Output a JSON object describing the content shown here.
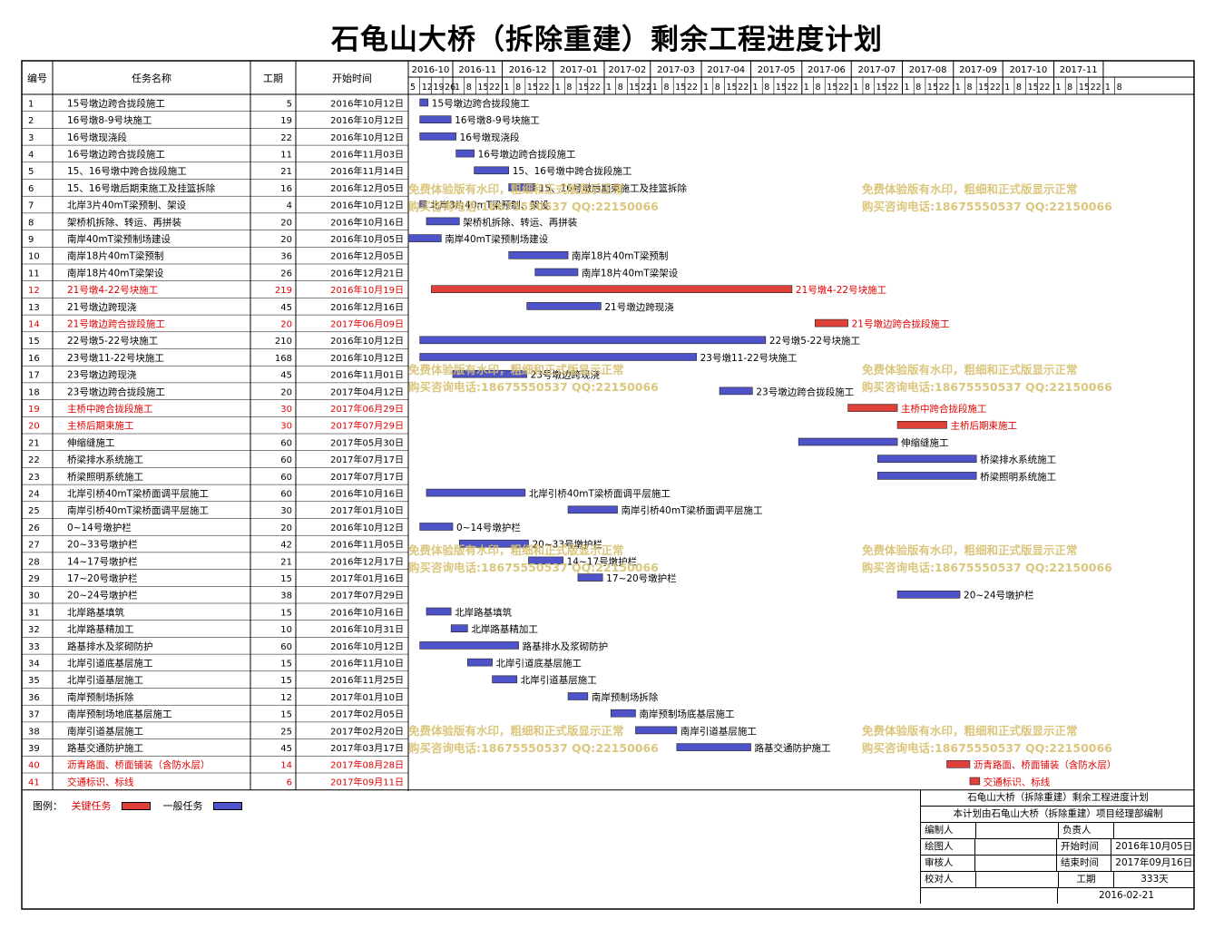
{
  "title": "石龟山大桥（拆除重建）剩余工程进度计划",
  "headers": {
    "id": "编号",
    "name": "任务名称",
    "duration": "工期",
    "start": "开始时间"
  },
  "months": [
    "2016-10",
    "2016-11",
    "2016-12",
    "2017-01",
    "2017-02",
    "2017-03",
    "2017-04",
    "2017-05",
    "2017-06",
    "2017-07",
    "2017-08",
    "2017-09",
    "2017-10",
    "2017-11"
  ],
  "day_rows": [
    [
      "5",
      "12",
      "19",
      "26"
    ],
    [
      "1",
      "8",
      "15",
      "22"
    ],
    [
      "1",
      "8",
      "15",
      "22"
    ],
    [
      "1",
      "8",
      "15",
      "22"
    ],
    [
      "1",
      "8",
      "15",
      "22"
    ],
    [
      "1",
      "8",
      "15",
      "22"
    ],
    [
      "1",
      "8",
      "15",
      "22"
    ],
    [
      "1",
      "8",
      "15",
      "22"
    ],
    [
      "1",
      "8",
      "15",
      "22"
    ],
    [
      "1",
      "8",
      "15",
      "22"
    ],
    [
      "1",
      "8",
      "15",
      "22"
    ],
    [
      "1",
      "8",
      "15",
      "22"
    ],
    [
      "1",
      "8",
      "15",
      "22"
    ],
    [
      "1",
      "8",
      "15",
      "22"
    ],
    [
      "1",
      "8"
    ]
  ],
  "chart_data": {
    "type": "gantt",
    "title": "石龟山大桥（拆除重建）剩余工程进度计划",
    "colors": {
      "critical": "#e0403a",
      "normal": "#4f53c9",
      "link": "#2a2ad0",
      "critical_text": "#e00000"
    },
    "tasks": [
      {
        "id": "1",
        "name": "15号墩边跨合拢段施工",
        "duration": 5,
        "start": "2016年10月12日",
        "critical": false,
        "label": "15号墩边跨合拢段施工"
      },
      {
        "id": "2",
        "name": "16号墩8-9号块施工",
        "duration": 19,
        "start": "2016年10月12日",
        "critical": false,
        "label": "16号墩8-9号块施工"
      },
      {
        "id": "3",
        "name": "16号墩现浇段",
        "duration": 22,
        "start": "2016年10月12日",
        "critical": false,
        "label": "16号墩现浇段"
      },
      {
        "id": "4",
        "name": "16号墩边跨合拢段施工",
        "duration": 11,
        "start": "2016年11月03日",
        "critical": false,
        "label": "16号墩边跨合拢段施工"
      },
      {
        "id": "5",
        "name": "15、16号墩中跨合拢段施工",
        "duration": 21,
        "start": "2016年11月14日",
        "critical": false,
        "label": "15、16号墩中跨合拢段施工"
      },
      {
        "id": "6",
        "name": "15、16号墩后期束施工及挂篮拆除",
        "duration": 16,
        "start": "2016年12月05日",
        "critical": false,
        "label": "15、16号墩后期束施工及挂篮拆除"
      },
      {
        "id": "7",
        "name": "北岸3片40mT梁预制、架设",
        "duration": 4,
        "start": "2016年10月12日",
        "critical": false,
        "label": "北岸3片40mT梁预制、架设"
      },
      {
        "id": "8",
        "name": "架桥机拆除、转运、再拼装",
        "duration": 20,
        "start": "2016年10月16日",
        "critical": false,
        "label": "架桥机拆除、转运、再拼装"
      },
      {
        "id": "9",
        "name": "南岸40mT梁预制场建设",
        "duration": 20,
        "start": "2016年10月05日",
        "critical": false,
        "label": "南岸40mT梁预制场建设"
      },
      {
        "id": "10",
        "name": "南岸18片40mT梁预制",
        "duration": 36,
        "start": "2016年12月05日",
        "critical": false,
        "label": "南岸18片40mT梁预制"
      },
      {
        "id": "11",
        "name": "南岸18片40mT梁架设",
        "duration": 26,
        "start": "2016年12月21日",
        "critical": false,
        "label": "南岸18片40mT梁架设"
      },
      {
        "id": "12",
        "name": "21号墩4-22号块施工",
        "duration": 219,
        "start": "2016年10月19日",
        "critical": true,
        "label": "21号墩4-22号块施工"
      },
      {
        "id": "13",
        "name": "21号墩边跨现浇",
        "duration": 45,
        "start": "2016年12月16日",
        "critical": false,
        "label": "21号墩边跨现浇"
      },
      {
        "id": "14",
        "name": "21号墩边跨合拢段施工",
        "duration": 20,
        "start": "2017年06月09日",
        "critical": true,
        "label": "21号墩边跨合拢段施工"
      },
      {
        "id": "15",
        "name": "22号墩5-22号块施工",
        "duration": 210,
        "start": "2016年10月12日",
        "critical": false,
        "label": "22号墩5-22号块施工"
      },
      {
        "id": "16",
        "name": "23号墩11-22号块施工",
        "duration": 168,
        "start": "2016年10月12日",
        "critical": false,
        "label": "23号墩11-22号块施工"
      },
      {
        "id": "17",
        "name": "23号墩边跨现浇",
        "duration": 45,
        "start": "2016年11月01日",
        "critical": false,
        "label": "23号墩边跨现浇"
      },
      {
        "id": "18",
        "name": "23号墩边跨合拢段施工",
        "duration": 20,
        "start": "2017年04月12日",
        "critical": false,
        "label": "23号墩边跨合拢段施工"
      },
      {
        "id": "19",
        "name": "主桥中跨合拢段施工",
        "duration": 30,
        "start": "2017年06月29日",
        "critical": true,
        "label": "主桥中跨合拢段施工"
      },
      {
        "id": "20",
        "name": "主桥后期束施工",
        "duration": 30,
        "start": "2017年07月29日",
        "critical": true,
        "label": "主桥后期束施工"
      },
      {
        "id": "21",
        "name": "伸缩缝施工",
        "duration": 60,
        "start": "2017年05月30日",
        "critical": false,
        "label": "伸缩缝施工"
      },
      {
        "id": "22",
        "name": "桥梁排水系统施工",
        "duration": 60,
        "start": "2017年07月17日",
        "critical": false,
        "label": "桥梁排水系统施工"
      },
      {
        "id": "23",
        "name": "桥梁照明系统施工",
        "duration": 60,
        "start": "2017年07月17日",
        "critical": false,
        "label": "桥梁照明系统施工"
      },
      {
        "id": "24",
        "name": "北岸引桥40mT梁桥面调平层施工",
        "duration": 60,
        "start": "2016年10月16日",
        "critical": false,
        "label": "北岸引桥40mT梁桥面调平层施工"
      },
      {
        "id": "25",
        "name": "南岸引桥40mT梁桥面调平层施工",
        "duration": 30,
        "start": "2017年01月10日",
        "critical": false,
        "label": "南岸引桥40mT梁桥面调平层施工"
      },
      {
        "id": "26",
        "name": "0~14号墩护栏",
        "duration": 20,
        "start": "2016年10月12日",
        "critical": false,
        "label": "0~14号墩护栏"
      },
      {
        "id": "27",
        "name": "20~33号墩护栏",
        "duration": 42,
        "start": "2016年11月05日",
        "critical": false,
        "label": "20~33号墩护栏"
      },
      {
        "id": "28",
        "name": "14~17号墩护栏",
        "duration": 21,
        "start": "2016年12月17日",
        "critical": false,
        "label": "14~17号墩护栏"
      },
      {
        "id": "29",
        "name": "17~20号墩护栏",
        "duration": 15,
        "start": "2017年01月16日",
        "critical": false,
        "label": "17~20号墩护栏"
      },
      {
        "id": "30",
        "name": "20~24号墩护栏",
        "duration": 38,
        "start": "2017年07月29日",
        "critical": false,
        "label": "20~24号墩护栏"
      },
      {
        "id": "31",
        "name": "北岸路基填筑",
        "duration": 15,
        "start": "2016年10月16日",
        "critical": false,
        "label": "北岸路基填筑"
      },
      {
        "id": "32",
        "name": "北岸路基精加工",
        "duration": 10,
        "start": "2016年10月31日",
        "critical": false,
        "label": "北岸路基精加工"
      },
      {
        "id": "33",
        "name": "路基排水及浆砌防护",
        "duration": 60,
        "start": "2016年10月12日",
        "critical": false,
        "label": "路基排水及浆砌防护"
      },
      {
        "id": "34",
        "name": "北岸引道底基层施工",
        "duration": 15,
        "start": "2016年11月10日",
        "critical": false,
        "label": "北岸引道底基层施工"
      },
      {
        "id": "35",
        "name": "北岸引道基层施工",
        "duration": 15,
        "start": "2016年11月25日",
        "critical": false,
        "label": "北岸引道基层施工"
      },
      {
        "id": "36",
        "name": "南岸预制场拆除",
        "duration": 12,
        "start": "2017年01月10日",
        "critical": false,
        "label": "南岸预制场拆除"
      },
      {
        "id": "37",
        "name": "南岸预制场地底基层施工",
        "duration": 15,
        "start": "2017年02月05日",
        "critical": false,
        "label": "南岸预制场底基层施工"
      },
      {
        "id": "38",
        "name": "南岸引道基层施工",
        "duration": 25,
        "start": "2017年02月20日",
        "critical": false,
        "label": "南岸引道基层施工"
      },
      {
        "id": "39",
        "name": "路基交通防护施工",
        "duration": 45,
        "start": "2017年03月17日",
        "critical": false,
        "label": "路基交通防护施工"
      },
      {
        "id": "40",
        "name": "沥青路面、桥面铺装（含防水层）",
        "duration": 14,
        "start": "2017年08月28日",
        "critical": true,
        "label": "沥青路面、桥面铺装（含防水层）"
      },
      {
        "id": "41",
        "name": "交通标识、标线",
        "duration": 6,
        "start": "2017年09月11日",
        "critical": true,
        "label": "交通标识、标线"
      }
    ]
  },
  "watermark": {
    "line1": "免费体验版有水印，粗细和正式版显示正常",
    "line2": "购买咨询电话:18675550537 QQ:22150066"
  },
  "legend": {
    "label": "图例：",
    "critical": "关键任务",
    "normal": "一般任务"
  },
  "info": {
    "title": "石龟山大桥（拆除重建）剩余工程进度计划",
    "subtitle": "本计划由石龟山大桥（拆除重建）项目经理部编制",
    "editor_label": "编制人",
    "owner_label": "负责人",
    "drawer_label": "绘图人",
    "start_label": "开始时间",
    "start_value": "2016年10月05日",
    "reviewer_label": "审核人",
    "end_label": "结束时间",
    "end_value": "2017年09月16日",
    "checker_label": "校对人",
    "duration_label": "工期",
    "duration_value": "333天",
    "date": "2016-02-21"
  }
}
